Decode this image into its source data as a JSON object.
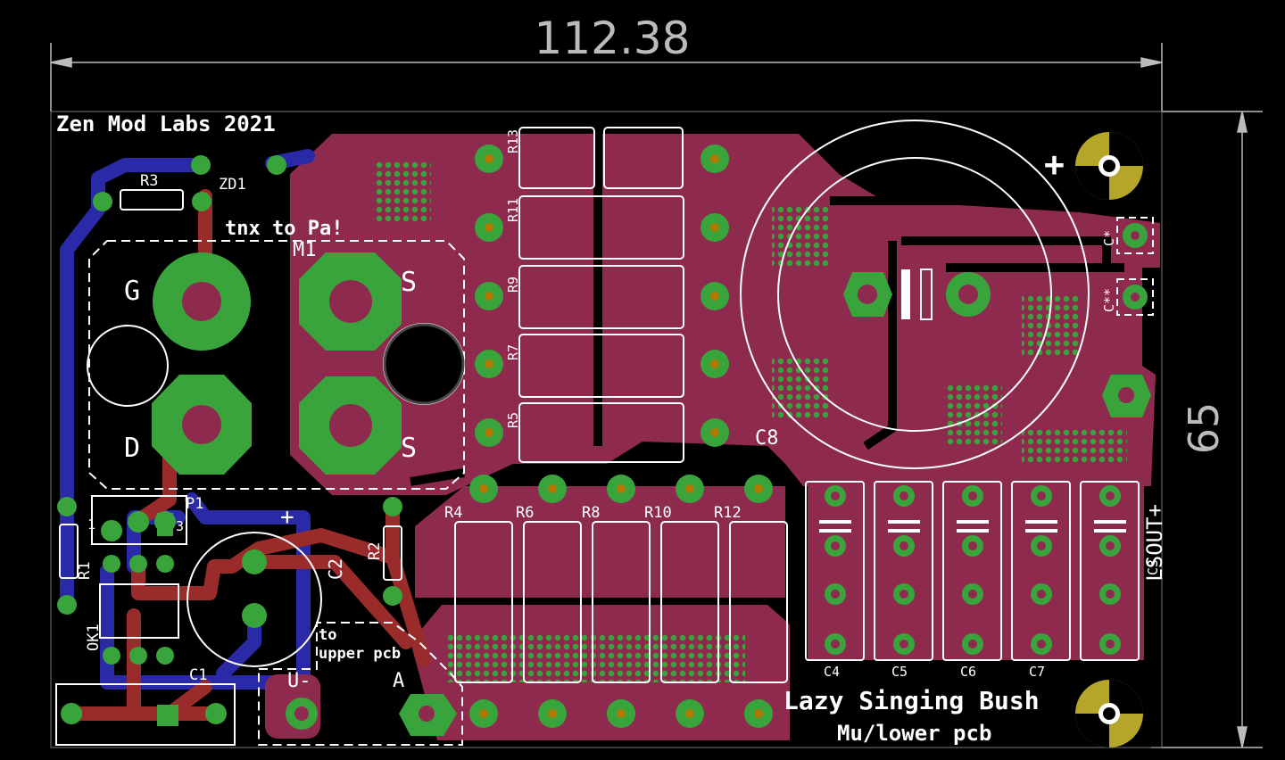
{
  "dimensions": {
    "width": "112.38",
    "height": "65"
  },
  "labels": {
    "title": "Zen Mod Labs 2021",
    "thanks": "tnx to Pa!",
    "product": "Lazy Singing Bush",
    "subtitle": "Mu/lower pcb",
    "upper": "to",
    "upper2": "upper pcb",
    "u_minus": "U-",
    "a": "A",
    "ls_out": "LSOUT+",
    "plus": "+"
  },
  "mosfet": {
    "ref": "M1",
    "g": "G",
    "d": "D",
    "s1": "S",
    "s2": "S"
  },
  "refs": {
    "r3": "R3",
    "zd1": "ZD1",
    "r1": "R1",
    "r2": "R2",
    "p1": "P1",
    "p1_1": "1",
    "p1_3": "3",
    "ok1": "OK1",
    "c1": "C1",
    "c2": "C2",
    "c8": "C8",
    "c3": "C3",
    "c_top": "C*",
    "c_mid": "C**",
    "r13": "R13",
    "r11": "R11",
    "r9": "R9",
    "r7": "R7",
    "r5": "R5",
    "r4": "R4",
    "r6": "R6",
    "r8": "R8",
    "r10": "R10",
    "r12": "R12",
    "c4": "C4",
    "c5": "C5",
    "c6": "C6",
    "c7": "C7"
  },
  "colors": {
    "board": "#000000",
    "copper_top": "#8d2a4e",
    "copper_bottom": "#1f1f9e",
    "bottom_trace": "#2a2aa6",
    "top_trace": "#9a2b2b",
    "pad": "#3aa43c",
    "silkscreen": "#ffffff",
    "dimension": "#bbbbbb",
    "mounting": "#b5a62a"
  }
}
